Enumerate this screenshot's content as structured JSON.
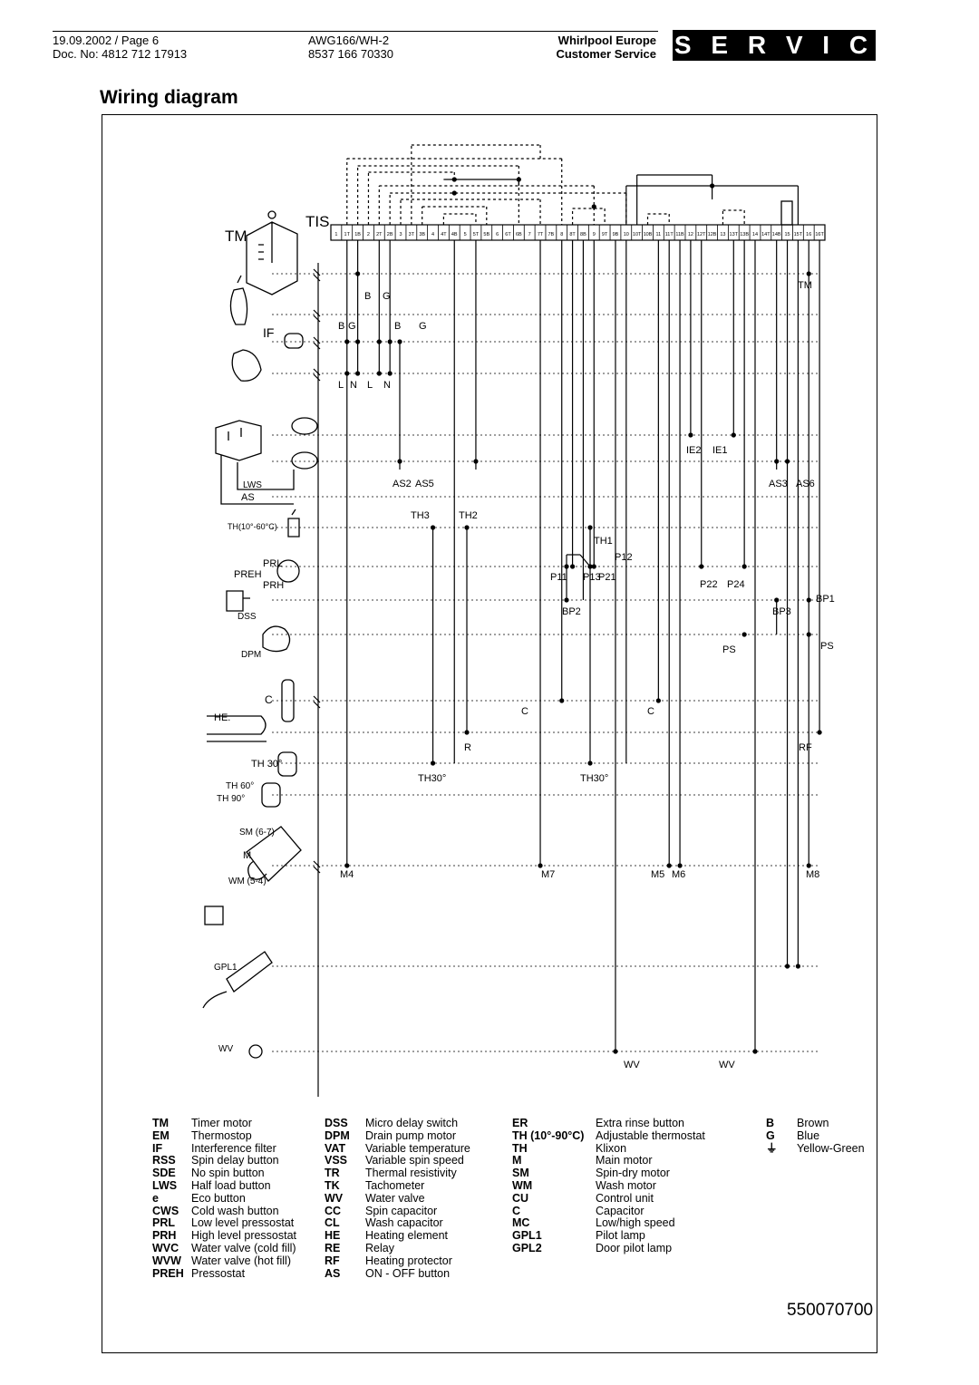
{
  "header": {
    "left_line1": "19.09.2002 / Page 6",
    "left_line2": "Doc. No: 4812 712 17913",
    "mid_line1": "AWG166/WH-2",
    "mid_line2": "8537 166 70330",
    "right_line1": "Whirlpool Europe",
    "right_line2": "Customer Service",
    "service_badge": "S E R V I C E"
  },
  "title": "Wiring diagram",
  "diagram": {
    "tis_label": "TIS",
    "terminal_labels": [
      "1",
      "1T",
      "1B",
      "2",
      "2T",
      "2B",
      "3",
      "3T",
      "3B",
      "4",
      "4T",
      "4B",
      "5",
      "5T",
      "5B",
      "6",
      "6T",
      "6B",
      "7",
      "7T",
      "7B",
      "8",
      "8T",
      "8B",
      "9",
      "9T",
      "9B",
      "10",
      "10T",
      "10B",
      "11",
      "11T",
      "11B",
      "12",
      "12T",
      "12B",
      "13",
      "13T",
      "13B",
      "14",
      "14T",
      "14B",
      "15",
      "15T",
      "16",
      "16T"
    ],
    "component_labels": {
      "tm": "TM",
      "if": "IF",
      "lws": "LWS",
      "as": "AS",
      "th_range": "TH(10°-60°C)",
      "prl": "PRL",
      "preh": "PREH",
      "prh": "PRH",
      "dss": "DSS",
      "dpm": "DPM",
      "c": "C",
      "he": "HE.",
      "th30": "TH 30°",
      "th60": "TH 60°",
      "th90": "TH 90°",
      "sm": "SM (6-7)",
      "m": "M",
      "wm": "WM (5-4)",
      "gpl1": "GPL1",
      "wv": "WV"
    },
    "wire_labels": {
      "b1": "B",
      "g1": "G",
      "b2": "B",
      "g2": "G",
      "b3": "B",
      "g3": "G",
      "l1": "L",
      "n1": "N",
      "l2": "L",
      "n2": "N",
      "tm_right": "TM",
      "ie2": "IE2",
      "ie1": "IE1",
      "as2": "AS2",
      "as5": "AS5",
      "as3": "AS3",
      "as6": "AS6",
      "th3": "TH3",
      "th2": "TH2",
      "th1": "TH1",
      "p12": "P12",
      "p11": "P11",
      "p13": "P13",
      "p21": "P21",
      "p22": "P22",
      "p24": "P24",
      "bp1": "BP1",
      "bp2": "BP2",
      "bp3": "BP3",
      "ps1": "PS",
      "ps2": "PS",
      "c1": "C",
      "c2": "C",
      "r": "R",
      "rf": "RF",
      "th30a": "TH30°",
      "th30b": "TH30°",
      "m4": "M4",
      "m7": "M7",
      "m5": "M5",
      "m6": "M6",
      "m8": "M8",
      "wv1": "WV",
      "wv2": "WV"
    }
  },
  "legend": {
    "col1": [
      {
        "abbr": "TM",
        "desc": "Timer motor"
      },
      {
        "abbr": "EM",
        "desc": "Thermostop"
      },
      {
        "abbr": "IF",
        "desc": "Interference filter"
      },
      {
        "abbr": "RSS",
        "desc": "Spin delay button"
      },
      {
        "abbr": "SDE",
        "desc": "No spin button"
      },
      {
        "abbr": "LWS",
        "desc": "Half load button"
      },
      {
        "abbr": "e",
        "desc": "Eco button"
      },
      {
        "abbr": "CWS",
        "desc": "Cold wash button"
      },
      {
        "abbr": "PRL",
        "desc": "Low level pressostat"
      },
      {
        "abbr": "PRH",
        "desc": "High level pressostat"
      },
      {
        "abbr": "WVC",
        "desc": "Water valve (cold fill)"
      },
      {
        "abbr": "WVW",
        "desc": "Water valve (hot fill)"
      },
      {
        "abbr": "PREH",
        "desc": "Pressostat"
      }
    ],
    "col2": [
      {
        "abbr": "DSS",
        "desc": "Micro delay switch"
      },
      {
        "abbr": "DPM",
        "desc": "Drain pump motor"
      },
      {
        "abbr": "VAT",
        "desc": "Variable temperature"
      },
      {
        "abbr": "VSS",
        "desc": "Variable spin speed"
      },
      {
        "abbr": "TR",
        "desc": "Thermal resistivity"
      },
      {
        "abbr": "TK",
        "desc": "Tachometer"
      },
      {
        "abbr": "WV",
        "desc": "Water valve"
      },
      {
        "abbr": "CC",
        "desc": "Spin capacitor"
      },
      {
        "abbr": "CL",
        "desc": "Wash capacitor"
      },
      {
        "abbr": "HE",
        "desc": "Heating element"
      },
      {
        "abbr": "RE",
        "desc": "Relay"
      },
      {
        "abbr": "RF",
        "desc": "Heating protector"
      },
      {
        "abbr": "AS",
        "desc": "ON - OFF button"
      }
    ],
    "col3": [
      {
        "abbr": "ER",
        "desc": "Extra rinse button"
      },
      {
        "abbr": "TH (10°-90°C)",
        "desc": "Adjustable thermostat"
      },
      {
        "abbr": "TH",
        "desc": "Klixon"
      },
      {
        "abbr": "M",
        "desc": "Main motor"
      },
      {
        "abbr": "SM",
        "desc": "Spin-dry motor"
      },
      {
        "abbr": "WM",
        "desc": "Wash motor"
      },
      {
        "abbr": "CU",
        "desc": "Control unit"
      },
      {
        "abbr": "C",
        "desc": "Capacitor"
      },
      {
        "abbr": "MC",
        "desc": "Low/high speed"
      },
      {
        "abbr": "GPL1",
        "desc": "Pilot lamp"
      },
      {
        "abbr": "GPL2",
        "desc": "Door pilot lamp"
      }
    ],
    "col4": [
      {
        "abbr": "B",
        "desc": "Brown"
      },
      {
        "abbr": "G",
        "desc": "Blue"
      },
      {
        "abbr": "⏚",
        "desc": "Yellow-Green"
      }
    ]
  },
  "doc_number": "550070700"
}
